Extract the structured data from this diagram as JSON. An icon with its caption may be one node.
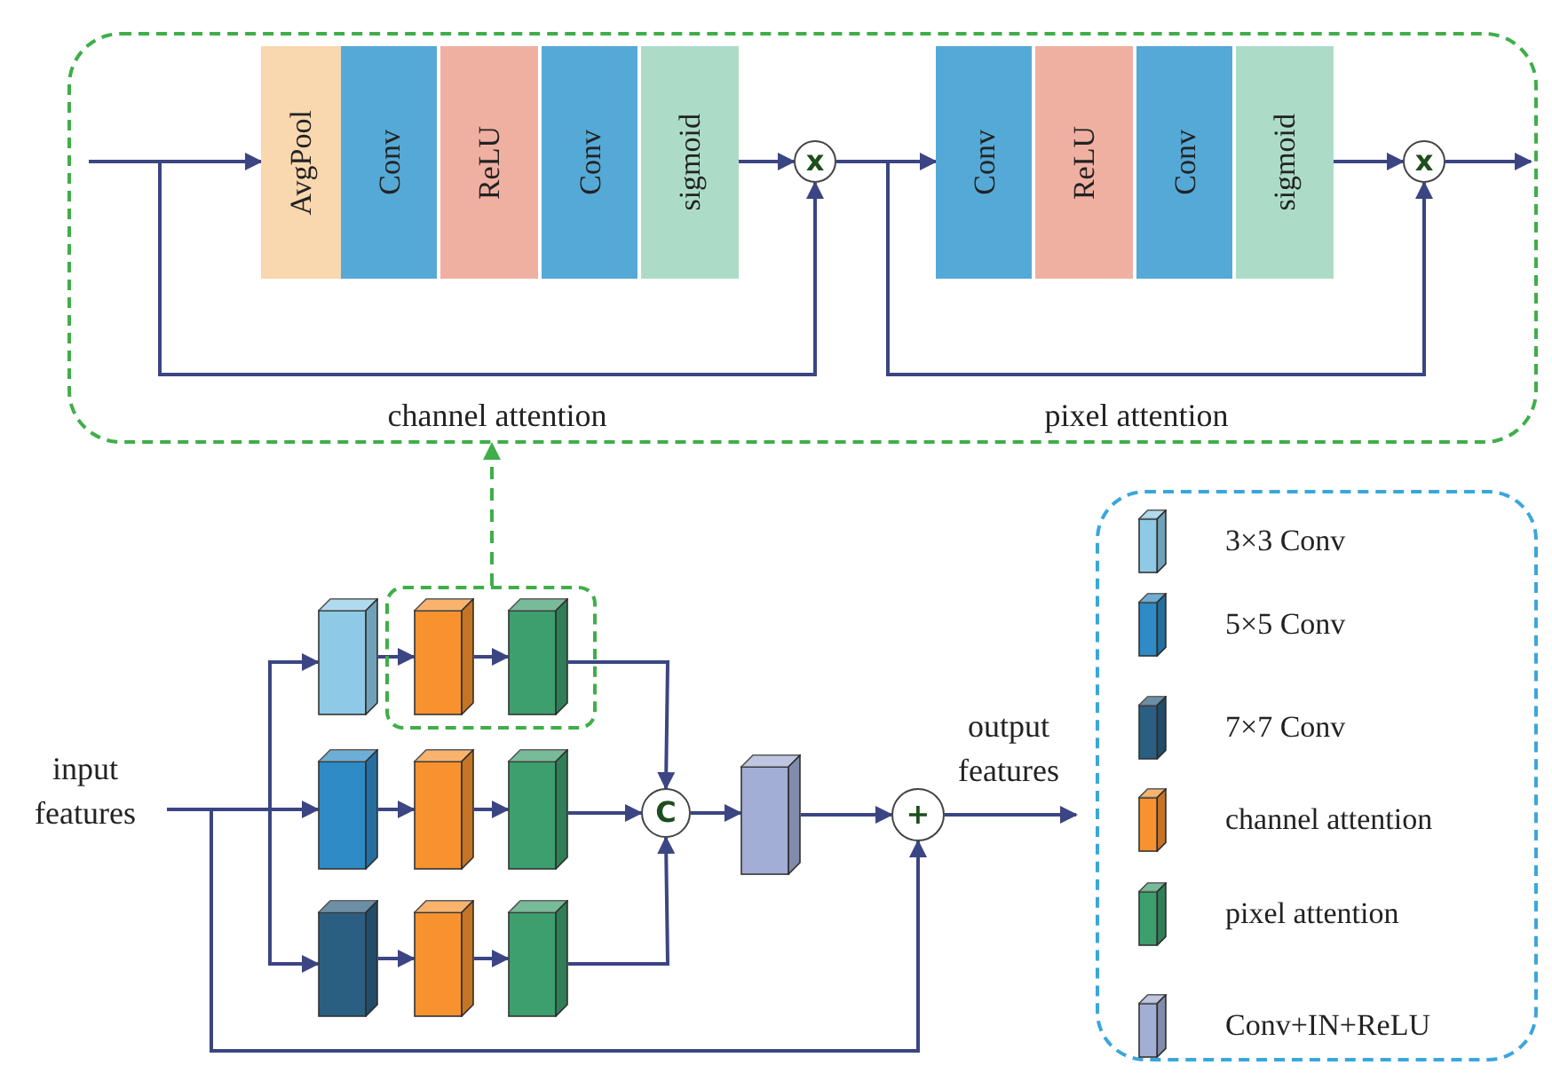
{
  "diagram": {
    "nodes": [
      {
        "text": [],
        "shape": "box"
      },
      {
        "text": [
          "AvgPool"
        ],
        "in": 0
      },
      {
        "text": [
          "Conv"
        ],
        "in": 0
      },
      {
        "text": [
          "ReLU"
        ],
        "in": 0
      },
      {
        "text": [
          "Conv"
        ],
        "in": 0
      },
      {
        "text": [
          "sigmoid"
        ],
        "in": 0
      },
      {
        "text": [
          "x"
        ],
        "in": 0
      },
      {
        "text": [
          "Conv"
        ],
        "in": 0
      },
      {
        "text": [
          "ReLU"
        ],
        "in": 0
      },
      {
        "text": [
          "Conv"
        ],
        "in": 0
      },
      {
        "text": [
          "sigmoid"
        ],
        "in": 0
      },
      {
        "text": [
          "x"
        ],
        "in": 0
      },
      {
        "text": [
          "input features"
        ]
      },
      {
        "text": [],
        "shape": "box"
      },
      {
        "text": [],
        "shape": "box"
      },
      {
        "text": [],
        "shape": "box",
        "in": 13
      },
      {
        "text": [],
        "shape": "box",
        "in": 13
      },
      {
        "text": [],
        "shape": "box"
      },
      {
        "text": [],
        "shape": "box"
      },
      {
        "text": [],
        "shape": "box"
      },
      {
        "text": [],
        "shape": "box"
      },
      {
        "text": [],
        "shape": "box"
      },
      {
        "text": [],
        "shape": "box"
      },
      {
        "text": [
          "C"
        ]
      },
      {
        "text": [],
        "shape": "box"
      },
      {
        "text": [
          "+"
        ]
      }
    ],
    "edges": [
      {
        "from": null,
        "to": 1,
        "arrow": "to"
      },
      {
        "from": 5,
        "to": 6,
        "arrow": "to"
      },
      {
        "from": null,
        "to": 6,
        "arrow": "to"
      },
      {
        "from": 6,
        "to": 7,
        "arrow": "to"
      },
      {
        "from": 6,
        "to": 11,
        "arrow": "to"
      },
      {
        "from": 10,
        "to": 11,
        "arrow": "to"
      },
      {
        "from": 11,
        "to": null,
        "arrow": "to"
      },
      {
        "from": 13,
        "to": 0,
        "arrow": "to",
        "style": "dashed",
        "color": "#3fae49"
      },
      {
        "from": 12,
        "to": 17,
        "arrow": "to"
      },
      {
        "from": 12,
        "to": 14,
        "arrow": "to"
      },
      {
        "from": 12,
        "to": 20,
        "arrow": "to"
      },
      {
        "from": 12,
        "to": 25,
        "arrow": "to"
      },
      {
        "from": 14,
        "to": 15,
        "arrow": "to"
      },
      {
        "from": 15,
        "to": 16,
        "arrow": "to"
      },
      {
        "from": 17,
        "to": 18,
        "arrow": "to"
      },
      {
        "from": 18,
        "to": 19,
        "arrow": "to"
      },
      {
        "from": 20,
        "to": 21,
        "arrow": "to"
      },
      {
        "from": 21,
        "to": 22,
        "arrow": "to"
      },
      {
        "from": 16,
        "to": 23,
        "arrow": "to"
      },
      {
        "from": 19,
        "to": 23,
        "arrow": "to"
      },
      {
        "from": 22,
        "to": 23,
        "arrow": "to"
      },
      {
        "from": 23,
        "to": 24,
        "arrow": "to"
      },
      {
        "from": 24,
        "to": 25,
        "arrow": "to"
      },
      {
        "from": 25,
        "to": null,
        "arrow": "to"
      }
    ],
    "labels": [
      "channel attention",
      "pixel attention",
      "output features"
    ],
    "legend": [
      {
        "text": "3×3 Conv",
        "color": "#8ecae6"
      },
      {
        "text": "5×5 Conv",
        "color": "#2e8bc6"
      },
      {
        "text": "7×7 Conv",
        "color": "#2b5f82"
      },
      {
        "text": "channel attention",
        "color": "#f7922e"
      },
      {
        "text": "pixel attention",
        "color": "#3d9e6e"
      },
      {
        "text": "Conv+IN+ReLU",
        "color": "#a3aed6"
      }
    ]
  }
}
